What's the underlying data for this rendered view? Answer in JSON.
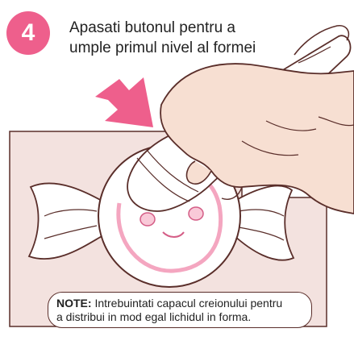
{
  "step": {
    "number": "4",
    "badge_color": "#ee5f8c"
  },
  "instruction": {
    "line1": "Apasati butonul pentru a",
    "line2": "umple primul nivel al formei"
  },
  "note": {
    "label": "NOTE:",
    "text_line1": "Intrebuintati capacul creionului pentru",
    "text_line2": "a distribui in mod egal lichidul in forma."
  },
  "colors": {
    "board_fill": "#f3e2df",
    "outline": "#5a2e2a",
    "arrow": "#ee5f8c",
    "hand": "#f7dfd2",
    "candy_face": "#f4a6c0"
  },
  "icons": [
    "arrow-icon",
    "hand-pen-illustration",
    "candy-mold-illustration"
  ]
}
